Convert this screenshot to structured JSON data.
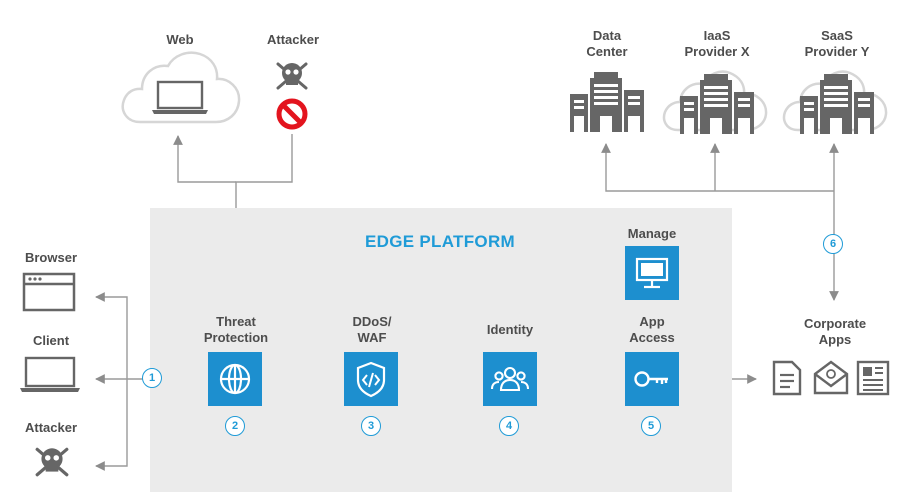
{
  "web_label": "Web",
  "attacker_top_label": "Attacker",
  "datacenter_label": "Data\nCenter",
  "iaas_label": "IaaS\nProvider X",
  "saas_label": "SaaS\nProvider Y",
  "platform_title": "EDGE PLATFORM",
  "browser_label": "Browser",
  "client_label": "Client",
  "attacker_bottom_label": "Attacker",
  "threat_label": "Threat\nProtection",
  "ddos_label": "DDoS/\nWAF",
  "identity_label": "Identity",
  "app_access_label": "App\nAccess",
  "manage_label": "Manage",
  "corporate_label": "Corporate\nApps",
  "steps": [
    "1",
    "2",
    "3",
    "4",
    "5",
    "6"
  ],
  "colors": {
    "accent": "#1d8fcf",
    "platform_bg": "#ebebeb",
    "line": "#9a9a9a",
    "block": "#e3141e"
  },
  "icons": [
    "cloud-icon",
    "laptop-icon",
    "skull-crossbones-icon",
    "block-icon",
    "building-icon",
    "browser-window-icon",
    "globe-icon",
    "shield-code-icon",
    "users-icon",
    "monitor-icon",
    "key-icon",
    "document-icon",
    "email-icon",
    "newspaper-icon"
  ]
}
